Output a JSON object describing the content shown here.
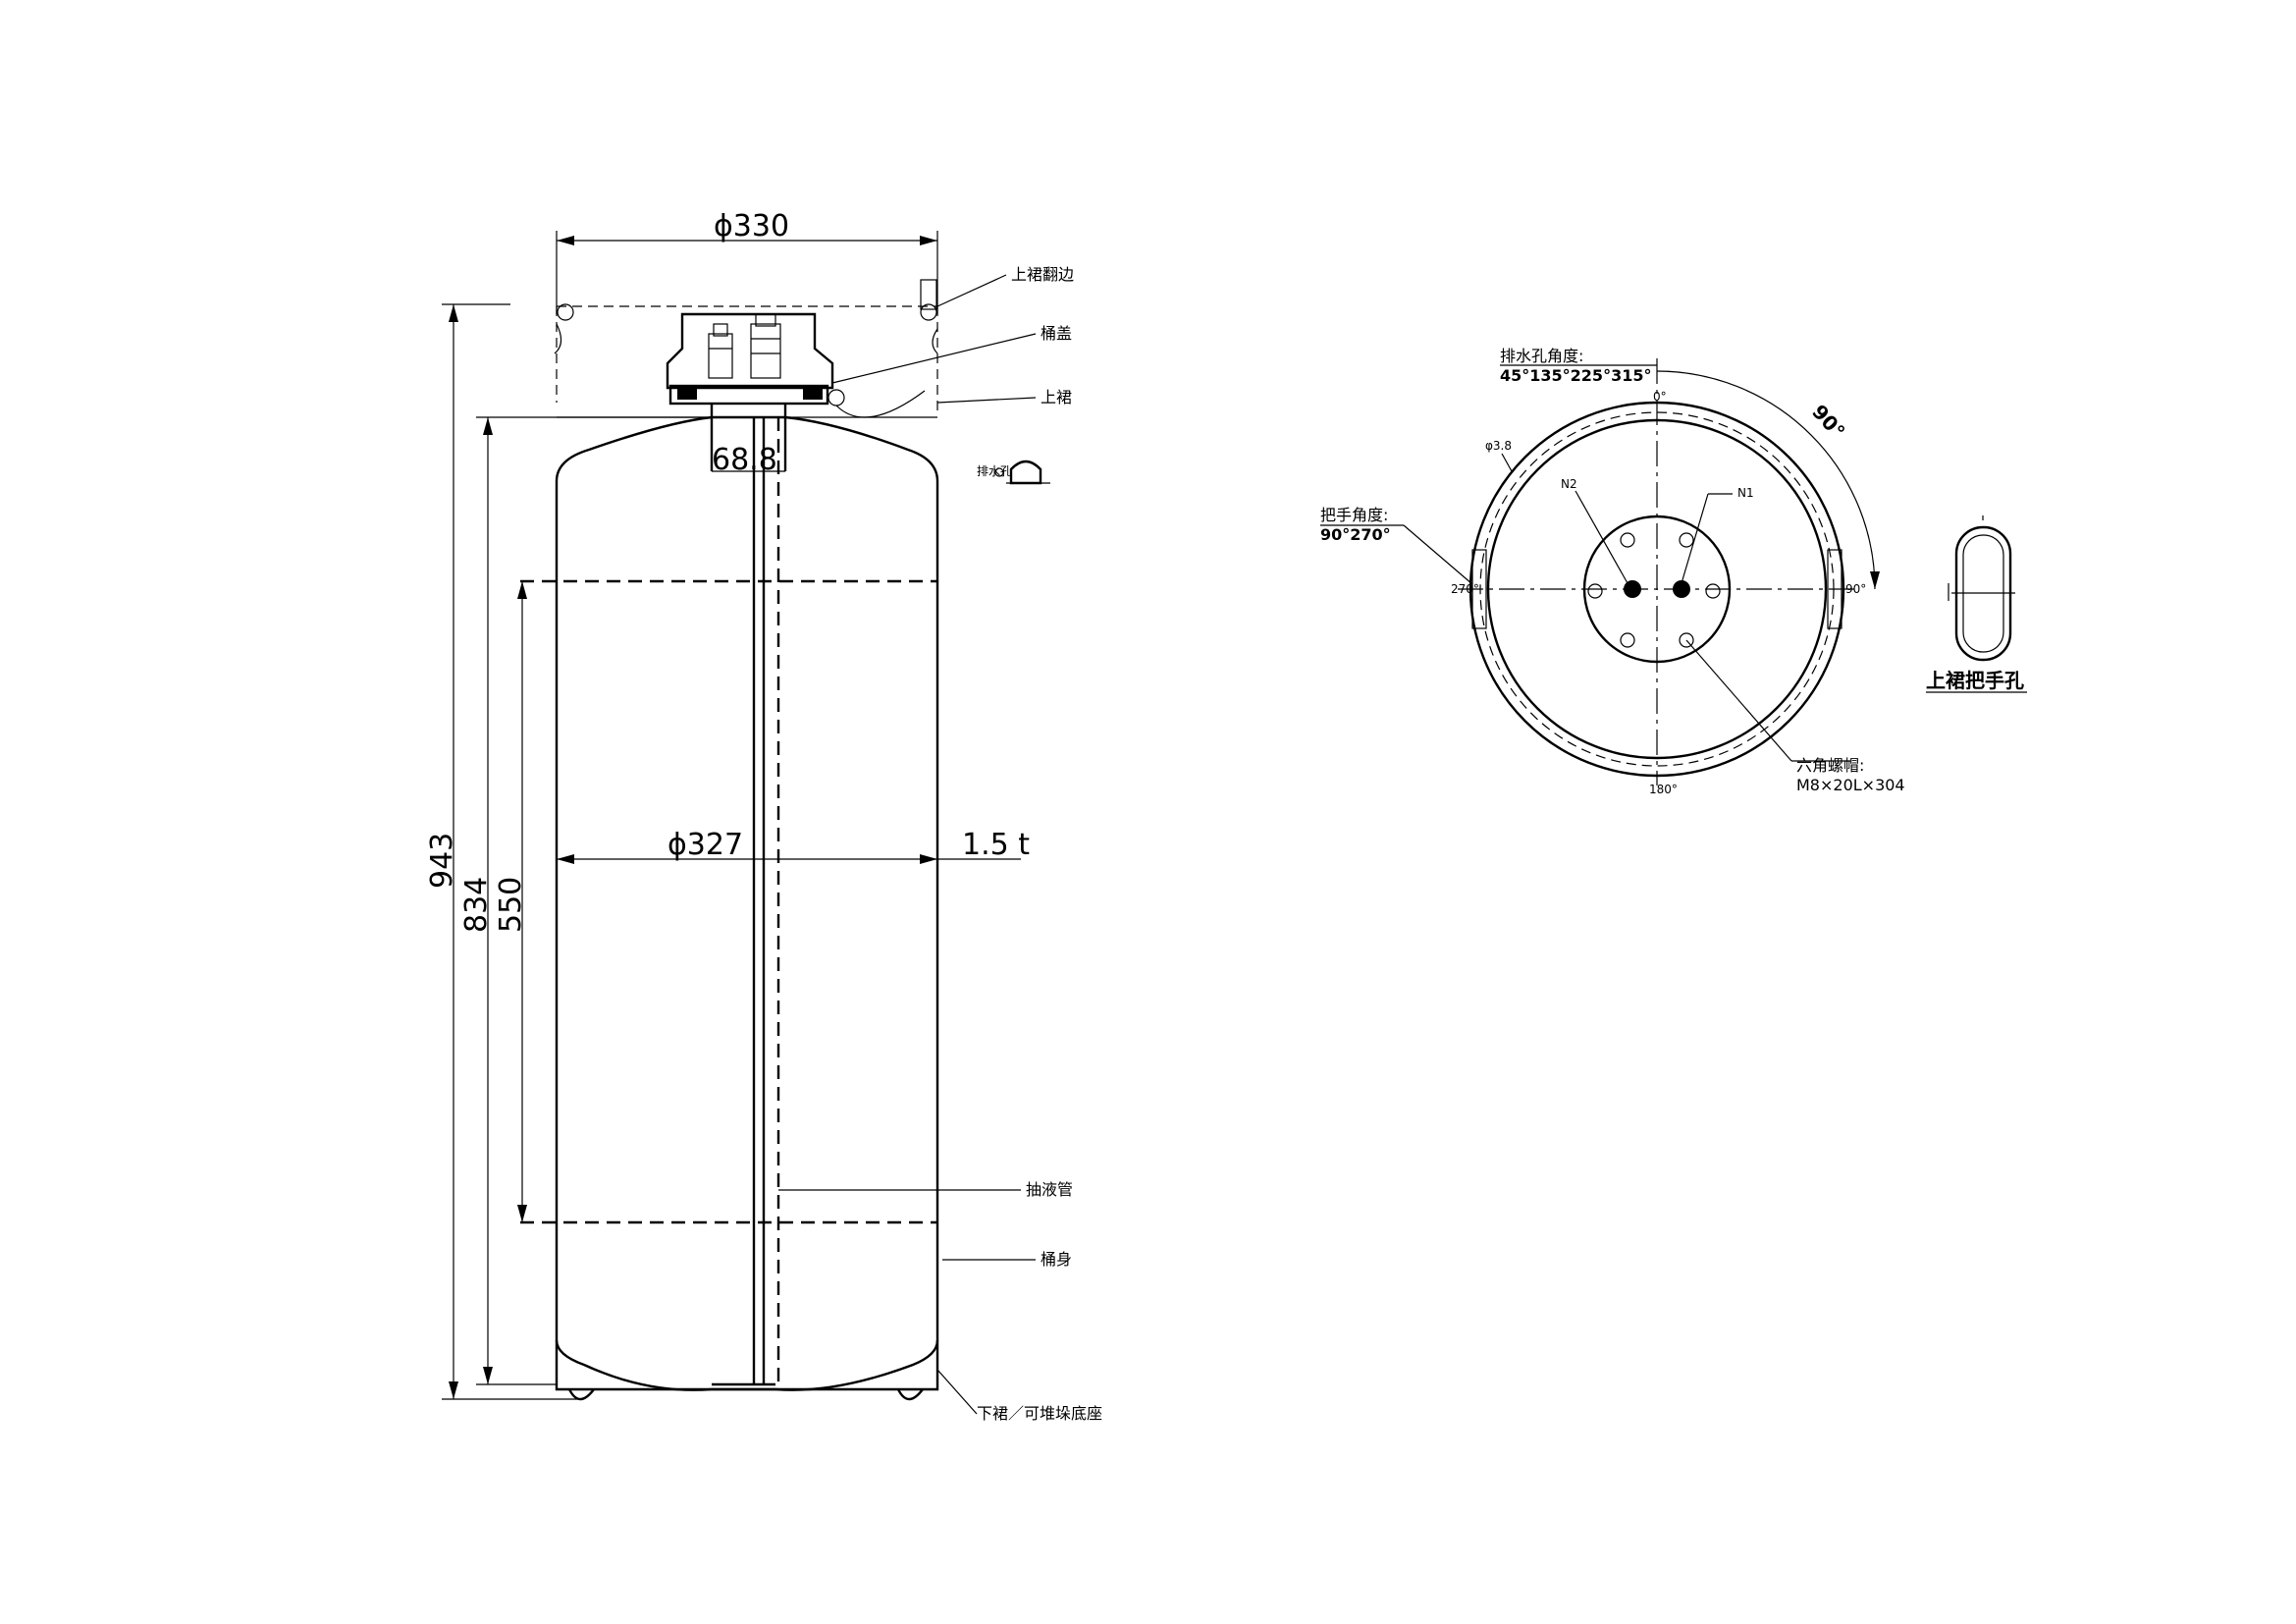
{
  "side_view": {
    "dimensions": {
      "outer_diameter": "ϕ330",
      "overall_height": "943",
      "body_height": "834",
      "straight_length": "550",
      "body_diameter": "ϕ327",
      "wall_thickness": "1.5 t",
      "neck_width": "68.8"
    },
    "callouts": {
      "top_skirt_flange": "上裙翻边",
      "barrel_lid": "桶盖",
      "top_skirt": "上裙",
      "drain_hole": "排水孔",
      "dip_tube": "抽液管",
      "barrel_body": "桶身",
      "bottom_skirt": "下裙／可堆垛底座"
    }
  },
  "top_view": {
    "drain_angle_label": "排水孔角度:",
    "drain_angle_value": "45°135°225°315°",
    "handle_angle_label": "把手角度:",
    "handle_angle_value": "90°270°",
    "angle_90": "90°",
    "thickness": "φ3.8",
    "n1": "N1",
    "n2": "N2",
    "deg_0": "0°",
    "deg_90": "90°",
    "deg_180": "180°",
    "deg_270": "270°",
    "hex_nut_label": "六角螺帽:",
    "hex_nut_spec": "M8×20L×304"
  },
  "handle_hole": {
    "caption": "上裙把手孔"
  }
}
